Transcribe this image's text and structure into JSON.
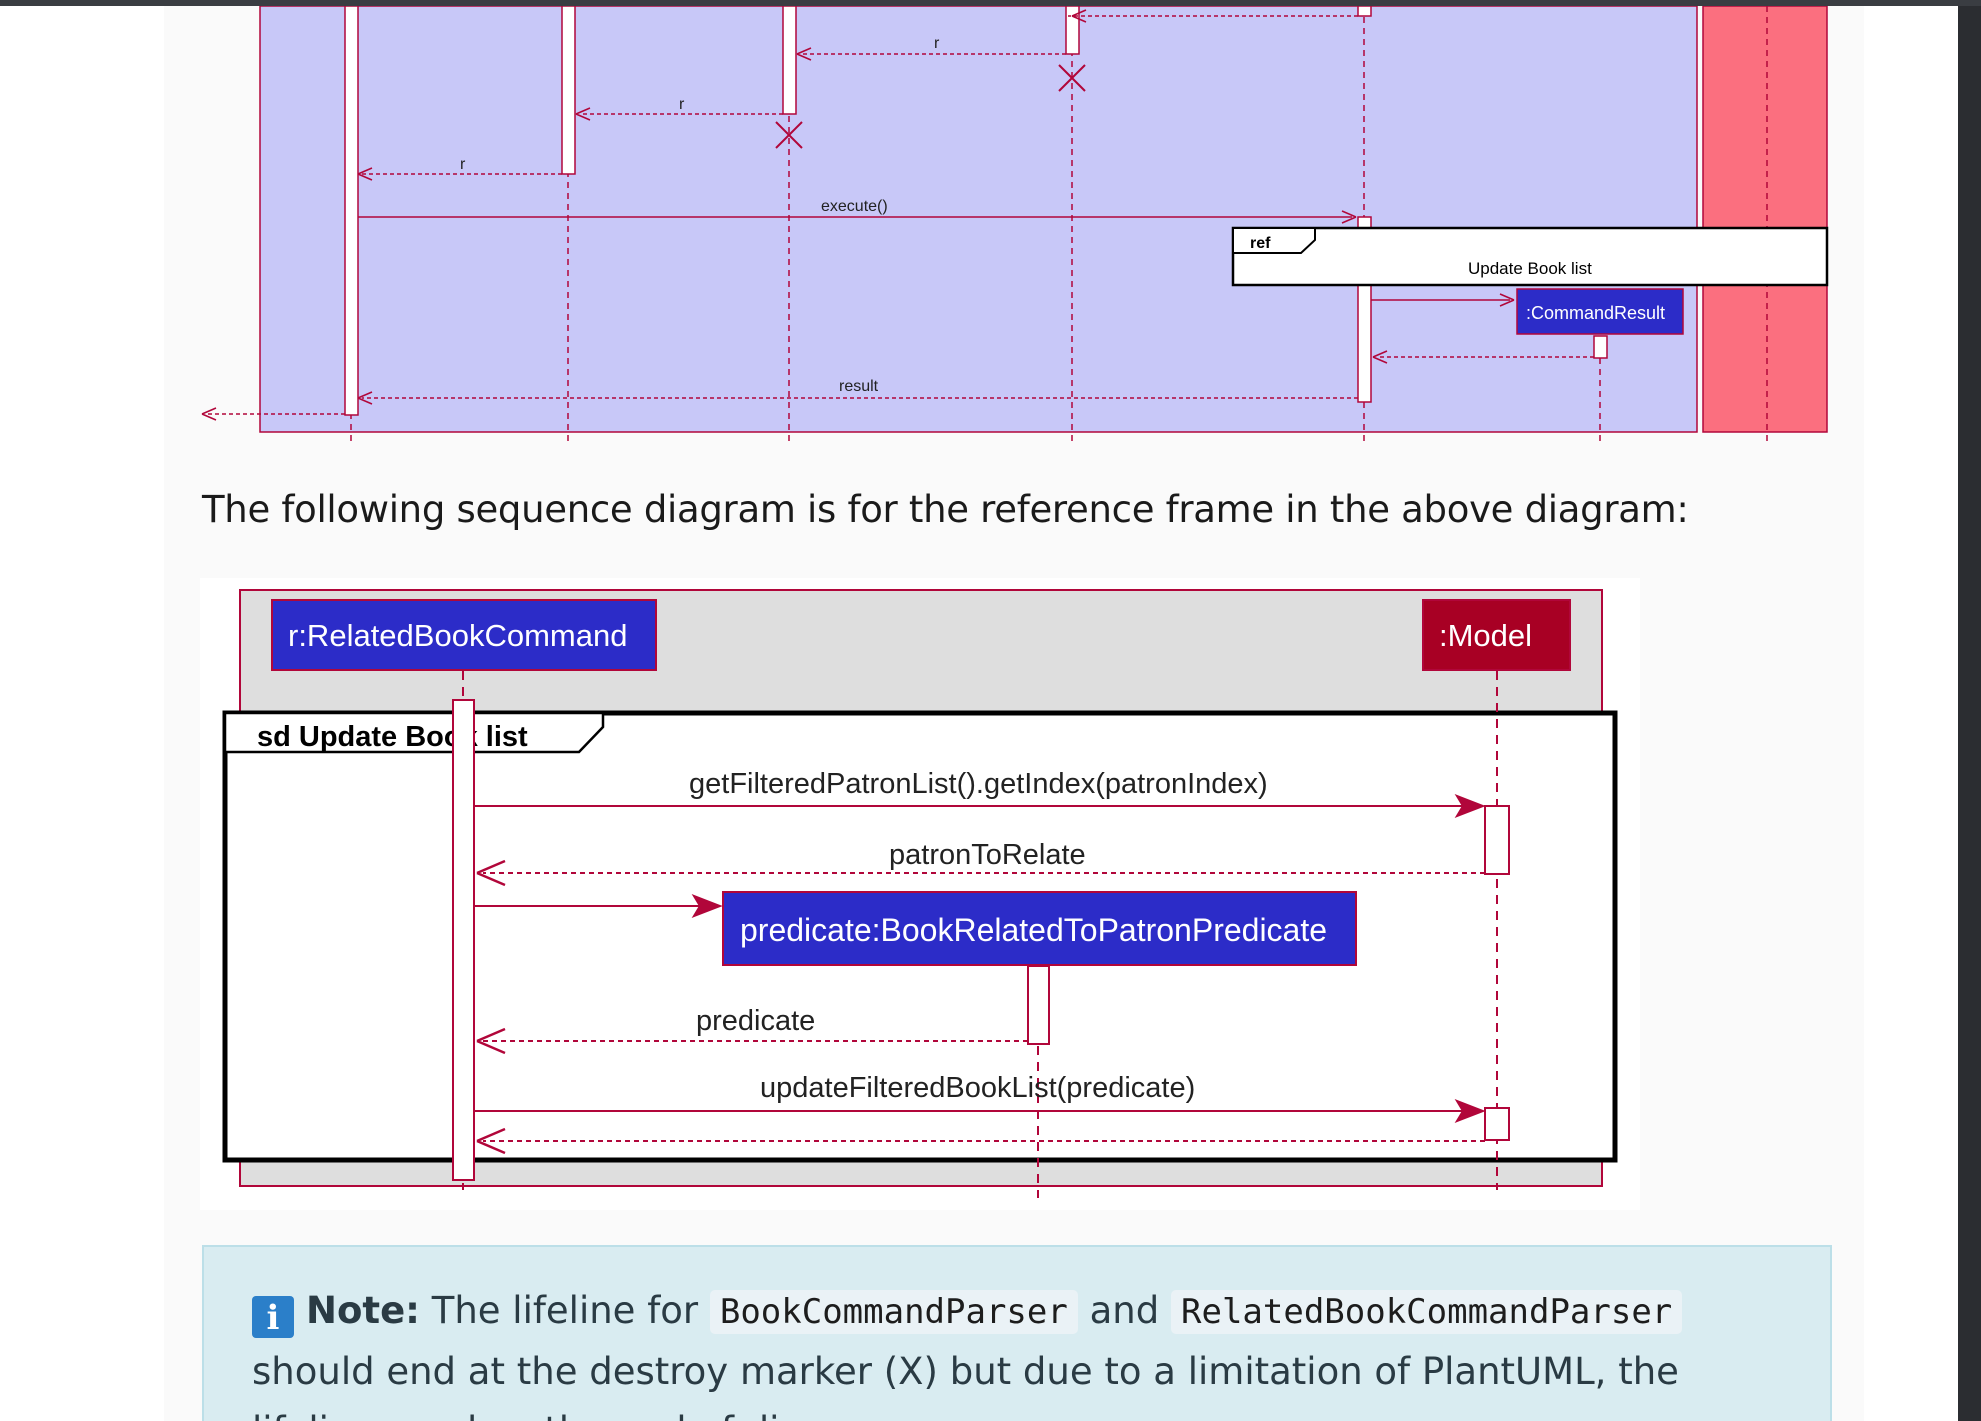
{
  "colors": {
    "frame_fill": "#c8c8f8",
    "side_fill": "#fb6f7f",
    "arrow": "#b1063a",
    "participant_blue": "#2c2cc8",
    "participant_red": "#a80024",
    "header_gray": "#dedede",
    "note_bg": "#d9ecf1"
  },
  "diagram1": {
    "messages": {
      "r1": "r",
      "r2": "r",
      "r3": "r",
      "execute": "execute()",
      "result": "result"
    },
    "ref_tag": "ref",
    "ref_title": "Update Book list",
    "command_result": ":CommandResult"
  },
  "intro_text": "The following sequence diagram is for the reference frame in the above diagram:",
  "diagram2": {
    "participants": {
      "command": "r:RelatedBookCommand",
      "model": ":Model",
      "predicate": "predicate:BookRelatedToPatronPredicate"
    },
    "frame_title": "sd Update Book list",
    "messages": {
      "get_patron": "getFilteredPatronList().getIndex(patronIndex)",
      "patron_return": "patronToRelate",
      "predicate_return": "predicate",
      "update_list": "updateFilteredBookList(predicate)"
    }
  },
  "note": {
    "icon": "info-icon",
    "label": "Note:",
    "text_1": "The lifeline for",
    "code_1": "BookCommandParser",
    "text_2": "and",
    "code_2": "RelatedBookCommandParser",
    "text_3": "should end at the destroy marker (X) but due to a limitation of PlantUML, the lifeline reaches the end of diagram."
  }
}
